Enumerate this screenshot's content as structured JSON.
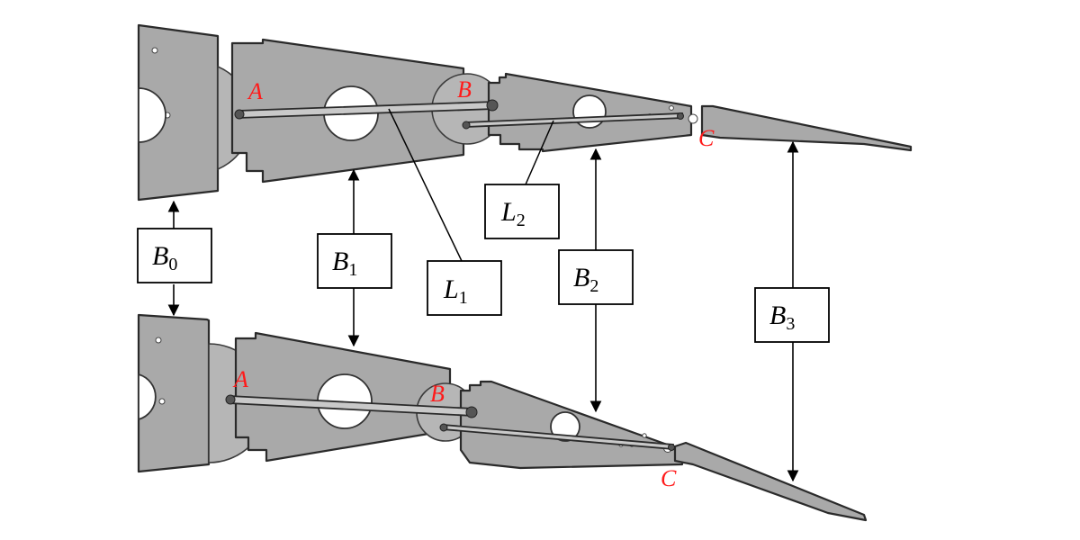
{
  "joints": {
    "upper": {
      "a": "A",
      "b": "B",
      "c": "C"
    },
    "lower": {
      "a": "A",
      "b": "B",
      "c": "C"
    },
    "color": "#ff1a1a"
  },
  "labels": {
    "b0": {
      "letter": "B",
      "sub": "0"
    },
    "b1": {
      "letter": "B",
      "sub": "1"
    },
    "b2": {
      "letter": "B",
      "sub": "2"
    },
    "b3": {
      "letter": "B",
      "sub": "3"
    },
    "l1": {
      "letter": "L",
      "sub": "1"
    },
    "l2": {
      "letter": "L",
      "sub": "2"
    }
  },
  "colors": {
    "part_fill": "#a9a9a9",
    "outline": "#2a2a2a",
    "background": "#ffffff"
  }
}
